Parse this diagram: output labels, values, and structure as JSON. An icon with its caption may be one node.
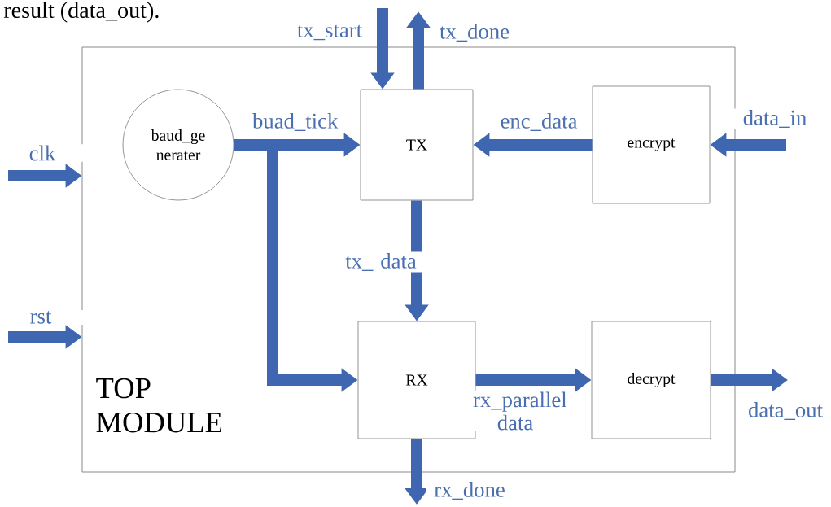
{
  "diagram": {
    "nodes": [
      {
        "text": [
          "TOP MODULE"
        ]
      },
      {
        "text": [
          "baud_ge nerater"
        ],
        "in": 0
      },
      {
        "text": [
          "TX"
        ],
        "in": 0
      },
      {
        "text": [
          "encrypt"
        ],
        "in": 0
      },
      {
        "text": [
          "RX"
        ],
        "in": 0
      },
      {
        "text": [
          "decrypt"
        ],
        "in": 0
      }
    ],
    "edges": [
      {
        "from": null,
        "to": 0,
        "arrow": "to",
        "label": "clk"
      },
      {
        "from": null,
        "to": 0,
        "arrow": "to",
        "label": "rst"
      },
      {
        "from": null,
        "to": 2,
        "arrow": "to",
        "label": "tx_start"
      },
      {
        "from": 2,
        "to": null,
        "arrow": "to",
        "label": "tx_done"
      },
      {
        "from": null,
        "to": 3,
        "arrow": "to",
        "label": "data_in"
      },
      {
        "from": 3,
        "to": 2,
        "arrow": "to",
        "label": "enc_data"
      },
      {
        "from": 1,
        "to": 2,
        "arrow": "to",
        "label": "buad_tick"
      },
      {
        "from": 1,
        "to": 4,
        "arrow": "to"
      },
      {
        "from": 2,
        "to": 4,
        "arrow": "to",
        "label": "tx_ data"
      },
      {
        "from": 4,
        "to": 5,
        "arrow": "to",
        "label": "rx_parallel data"
      },
      {
        "from": 5,
        "to": null,
        "arrow": "to",
        "label": "data_out"
      },
      {
        "from": 4,
        "to": null,
        "arrow": "to",
        "label": "rx_done"
      }
    ],
    "labels": [
      "result (data_out)."
    ]
  }
}
